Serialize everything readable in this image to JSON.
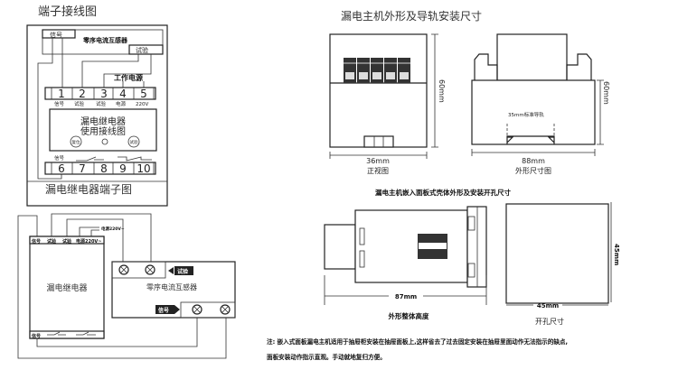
{
  "terminal_diagram": {
    "title": "端子接线图",
    "ct_label": "零序电流互感器",
    "signal": "信号",
    "test": "试验",
    "work_power": "工作电源",
    "top_terminals": [
      "1",
      "2",
      "3",
      "4",
      "5"
    ],
    "top_labels": [
      "信号",
      "试验",
      "试验",
      "电源",
      "220V"
    ],
    "display_line1": "漏电继电器",
    "display_line2": "使用接线图",
    "reset_button": "复位",
    "test_button": "试验",
    "bottom_signal": "信号",
    "bottom_terminals": [
      "6",
      "7",
      "8",
      "9",
      "10"
    ],
    "caption": "漏电继电器端子图"
  },
  "wiring_diagram": {
    "header_labels": [
      "信号",
      "试验",
      "试验",
      "电源220V~"
    ],
    "power_note": "电源220V~",
    "relay_label": "漏电继电器",
    "ct_label": "零序电流互感器",
    "test_tag": "试验",
    "signal_tag": "信号",
    "bottom_signal": "信号"
  },
  "dimensions": {
    "title": "漏电主机外形及导轨安装尺寸",
    "front_width": "36mm",
    "front_caption": "正视图",
    "height": "60mm",
    "side_height": "60mm",
    "rail_label": "35mm标准导轨",
    "side_width": "88mm",
    "side_caption": "外形尺寸图",
    "panel_title": "漏电主机嵌入面板式壳体外形及安装开孔尺寸",
    "panel_depth": "87mm",
    "panel_caption": "外形整体高度",
    "cutout_width": "45mm",
    "cutout_height": "45mm",
    "cutout_caption": "开孔尺寸"
  },
  "note": {
    "line1": "注: 嵌入式面板漏电主机适用于抽屉柜安装在抽屉面板上,这样省去了过去固定安装在抽屉里面动作无法指示的缺点,",
    "line2": "面板安装动作指示直观。手动就地复归方便。"
  }
}
